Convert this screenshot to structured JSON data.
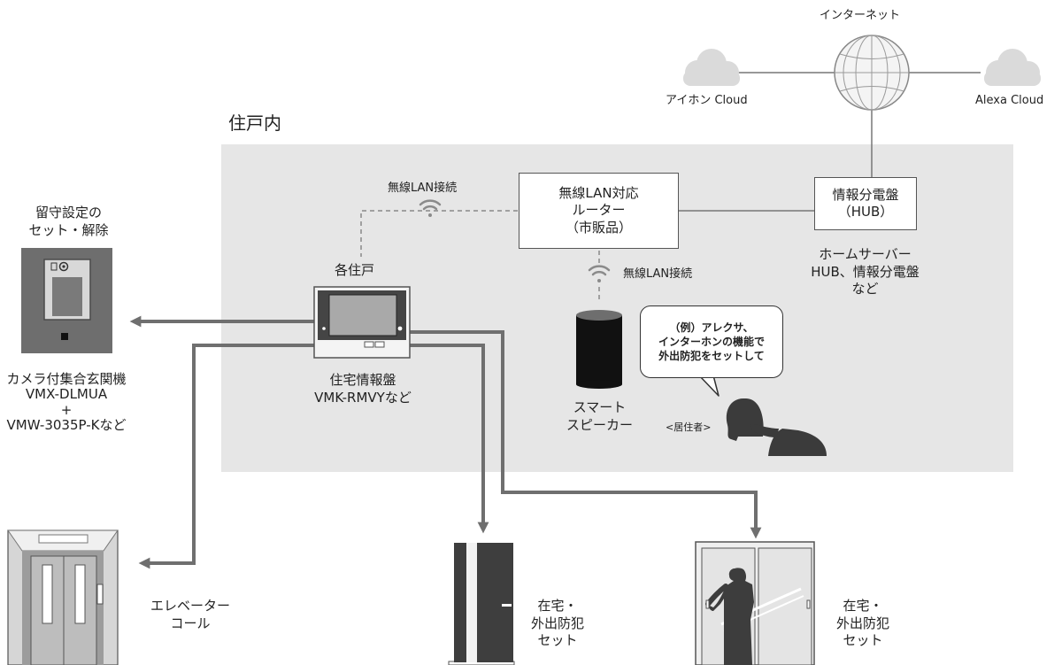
{
  "internet": {
    "label": "インターネット",
    "left_cloud": "アイホン Cloud",
    "right_cloud": "Alexa Cloud"
  },
  "home": {
    "title": "住戸内",
    "wifi_left": "無線LAN接続",
    "wifi_center": "無線LAN接続",
    "router": "無線LAN対応\nルーター\n（市販品）",
    "hub": "情報分電盤\n（HUB）",
    "hub_caption": "ホームサーバー\nHUB、情報分電盤\nなど",
    "unit_label": "各住戸",
    "monitor_caption": "住宅情報盤\nVMK-RMVYなど",
    "speaker_caption": "スマート\nスピーカー",
    "bubble": "（例）アレクサ、\nインターホンの機能で\n外出防犯をセットして",
    "resident": "<居住者>"
  },
  "entrance": {
    "top_caption": "留守設定の\nセット・解除",
    "bottom_caption": "カメラ付集合玄関機\nVMX-DLMUA\n+\nVMW-3035P-Kなど"
  },
  "elevator": {
    "caption": "エレベーター\nコール"
  },
  "door": {
    "caption": "在宅・\n外出防犯\nセット"
  },
  "window": {
    "caption": "在宅・\n外出防犯\nセット"
  },
  "colors": {
    "area": "#e6e6e6",
    "line": "#7a7a7a",
    "cloud": "#dcdcdc",
    "dark": "#3a3a3a"
  }
}
